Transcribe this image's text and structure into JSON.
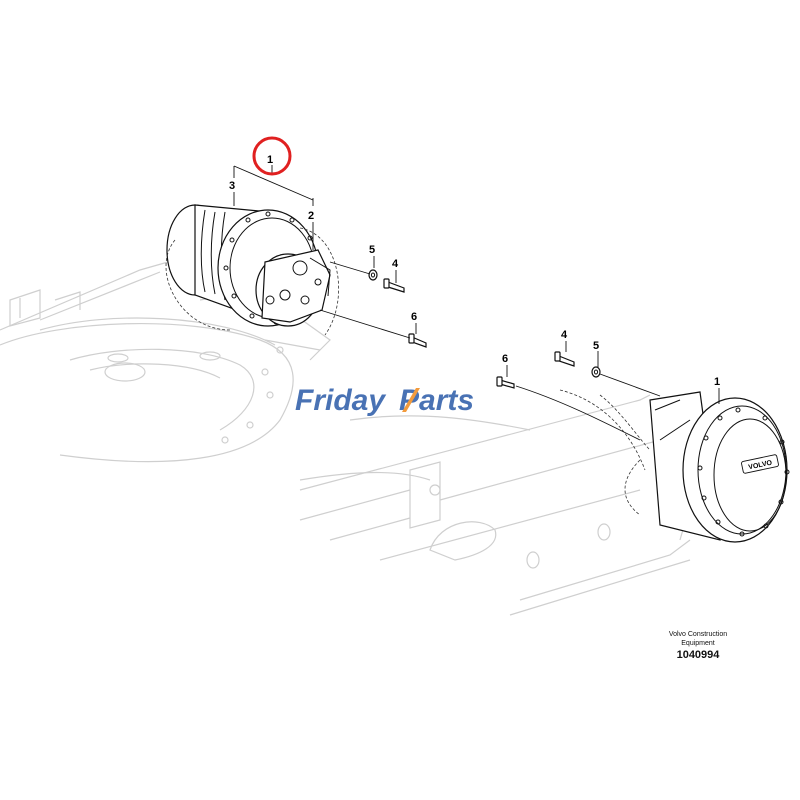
{
  "diagram": {
    "callouts": {
      "assembly_top": "1",
      "housing_top": "3",
      "gear_top": "2",
      "washer_top": "5",
      "bolt_top": "4",
      "screw_top": "6",
      "bolt_right": "4",
      "washer_right": "5",
      "screw_right": "6",
      "assembly_right": "1"
    },
    "highlight_color": "#e02020",
    "watermark": {
      "text_a": "Friday",
      "text_b": "Parts",
      "color_a": "#2a5aa8",
      "color_b": "#f08a1c"
    },
    "caption": {
      "line1": "Volvo Construction",
      "line2": "Equipment",
      "doc_number": "1040994"
    },
    "brand_mark": "VOLVO"
  }
}
